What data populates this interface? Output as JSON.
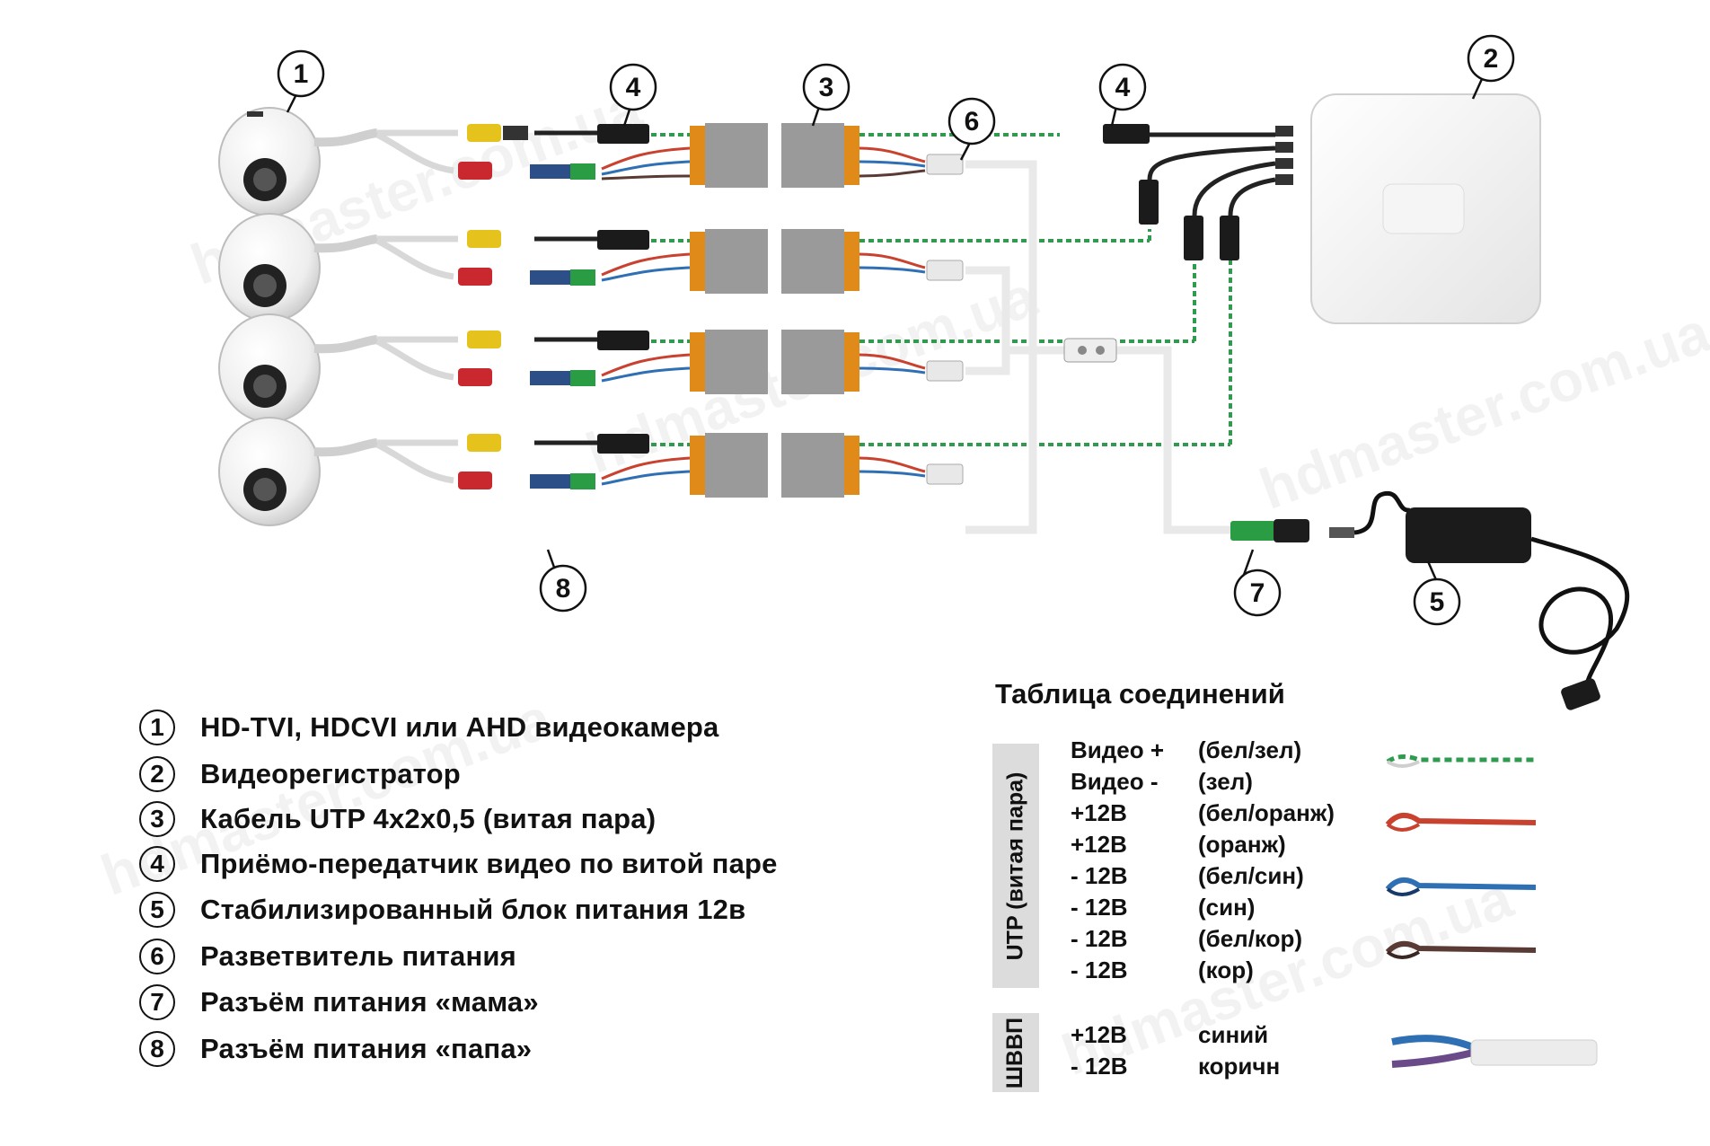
{
  "callouts": [
    "1",
    "2",
    "3",
    "4",
    "4",
    "5",
    "6",
    "7",
    "8"
  ],
  "legend": [
    {
      "num": "1",
      "text": "HD-TVI, HDCVI или AHD видеокамера"
    },
    {
      "num": "2",
      "text": "Видеорегистратор"
    },
    {
      "num": "3",
      "text": "Кабель UTP 4x2x0,5 (витая пара)"
    },
    {
      "num": "4",
      "text": "Приёмо-передатчик видео по витой паре"
    },
    {
      "num": "5",
      "text": "Стабилизированный блок питания 12в"
    },
    {
      "num": "6",
      "text": "Разветвитель питания"
    },
    {
      "num": "7",
      "text": "Разъём питания «мама»"
    },
    {
      "num": "8",
      "text": "Разъём питания «папа»"
    }
  ],
  "table": {
    "title": "Таблица соединений",
    "utp_label": "UTP (витая пара)",
    "utp_rows": [
      {
        "signal": "Видео +",
        "wire": "(бел/зел)"
      },
      {
        "signal": "Видео -",
        "wire": "(зел)"
      },
      {
        "signal": "+12В",
        "wire": "(бел/оранж)"
      },
      {
        "signal": "+12В",
        "wire": "(оранж)"
      },
      {
        "signal": "- 12В",
        "wire": "(бел/син)"
      },
      {
        "signal": "- 12В",
        "wire": "(син)"
      },
      {
        "signal": "- 12В",
        "wire": "(бел/кор)"
      },
      {
        "signal": "- 12В",
        "wire": "(кор)"
      }
    ],
    "shvvp_label": "ШВВП",
    "shvvp_rows": [
      {
        "signal": "+12В",
        "wire": "синий"
      },
      {
        "signal": "- 12В",
        "wire": "коричн"
      }
    ]
  },
  "watermark": "hdmaster.com.ua",
  "colors": {
    "green_pair": "#2e9b4f",
    "orange_pair": "#c9412f",
    "blue_pair": "#2f6fb3",
    "brown_pair": "#5a3a34",
    "panel_gray": "#dcdcdc"
  }
}
